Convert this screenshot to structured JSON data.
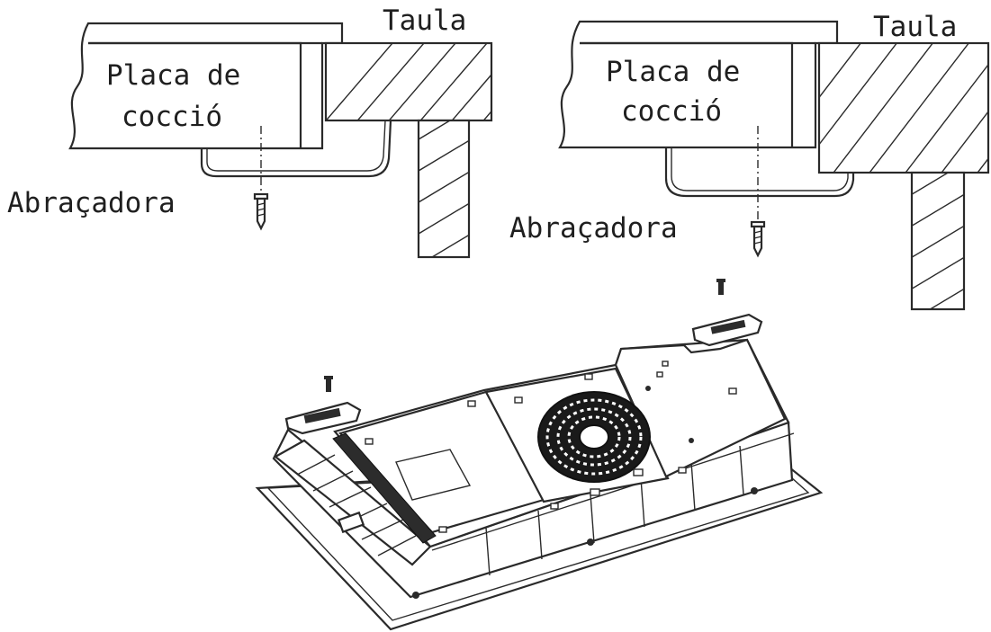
{
  "diagrams": [
    {
      "table_label": "Taula",
      "hob_label_line1": "Placa de",
      "hob_label_line2": "cocció",
      "clamp_label": "Abraçadora"
    },
    {
      "table_label": "Taula",
      "hob_label_line1": "Placa de",
      "hob_label_line2": "cocció",
      "clamp_label": "Abraçadora"
    }
  ]
}
